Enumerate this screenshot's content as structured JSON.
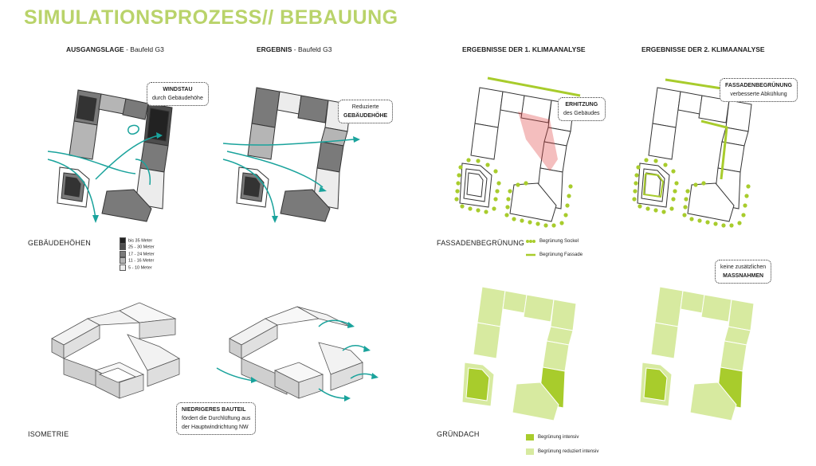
{
  "title": "SIMULATIONSPROZESS// BEBAUUNG",
  "columns": [
    {
      "bold": "AUSGANGSLAGE",
      "rest": " - Baufeld G3"
    },
    {
      "bold": "ERGEBNIS",
      "rest": " - Baufeld G3"
    },
    {
      "bold": "ERGEBNISSE DER 1. KLIMAANALYSE",
      "rest": ""
    },
    {
      "bold": "ERGEBNISSE DER 2. KLIMAANALYSE",
      "rest": ""
    }
  ],
  "sections": {
    "heights": "GEBÄUDEHÖHEN",
    "isometry": "ISOMETRIE",
    "facade": "FASSADENBEGRÜNUNG",
    "roof": "GRÜNDACH"
  },
  "height_legend": [
    {
      "label": "bis 35 Meter",
      "color": "#222222"
    },
    {
      "label": "25 - 30 Meter",
      "color": "#4d4d4d"
    },
    {
      "label": "17 - 24 Meter",
      "color": "#7a7a7a"
    },
    {
      "label": "11 - 16 Meter",
      "color": "#b5b5b5"
    },
    {
      "label": "5 - 10 Meter",
      "color": "#ececec"
    }
  ],
  "facade_legend": [
    {
      "label": "Begrünung Sockel"
    },
    {
      "label": "Begrünung Fassade"
    }
  ],
  "roof_legend": [
    {
      "label": "Begrünung intensiv",
      "color": "#a8cc2c"
    },
    {
      "label": "Begrünung reduziert intensiv",
      "color": "#d7eaa0"
    }
  ],
  "bubbles": {
    "windstau": {
      "bold": "WINDSTAU",
      "text": "durch Gebäudehöhe"
    },
    "reduzierte": {
      "text": "Reduzierte",
      "bold": "GEBÄUDEHÖHE"
    },
    "erhitzung": {
      "bold": "ERHITZUNG",
      "text": "des Gebäudes"
    },
    "fassaden": {
      "bold": "FASSADENBEGRÜNUNG",
      "text": "verbesserte Abkühlung"
    },
    "massnahmen": {
      "text": "keine zusätzlichen",
      "bold": "MASSNAHMEN"
    },
    "bauteil": {
      "bold": "NIEDRIGERES BAUTEIL",
      "text1": "fördert die Durchlüftung aus",
      "text2": "der Hauptwindrichtung NW"
    }
  },
  "colors": {
    "accent_green": "#b9d36a",
    "wind_teal": "#1aa39c",
    "facade_green": "#a8cc2c",
    "heat_red": "#e04646"
  }
}
